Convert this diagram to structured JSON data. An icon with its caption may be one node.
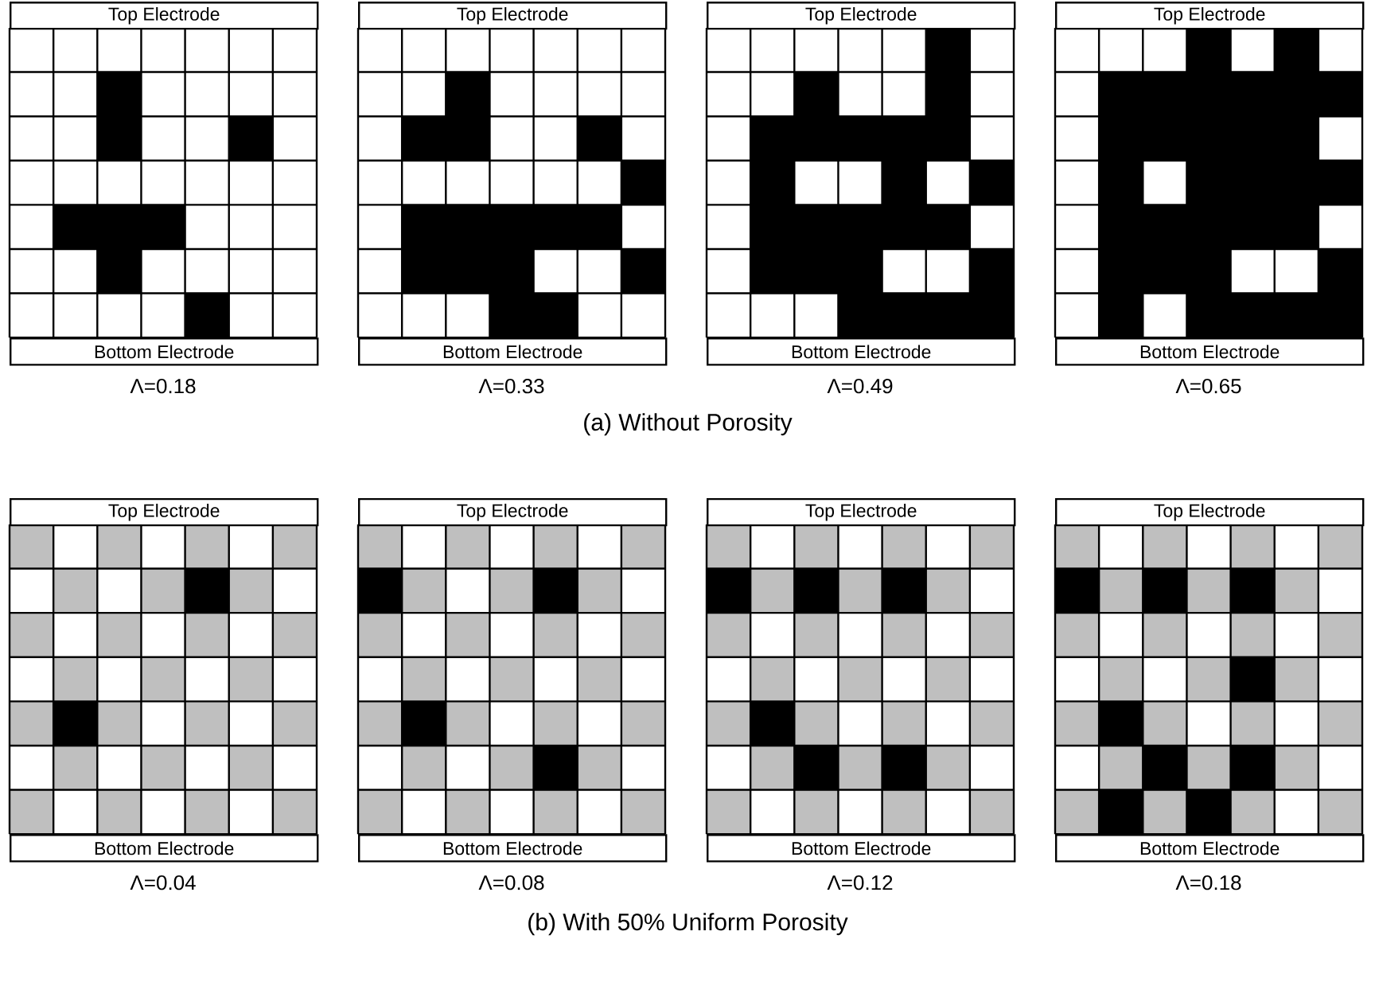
{
  "diagram": {
    "nodes": [
      {
        "text": [
          "Top Electrode"
        ]
      },
      {
        "text": [
          "Bottom Electrode"
        ]
      },
      {
        "text": [
          "Top Electrode"
        ]
      },
      {
        "text": [
          "Bottom Electrode"
        ]
      },
      {
        "text": [
          "Top Electrode"
        ]
      },
      {
        "text": [
          "Bottom Electrode"
        ]
      },
      {
        "text": [
          "Top Electrode"
        ]
      },
      {
        "text": [
          "Bottom Electrode"
        ]
      },
      {
        "text": [
          "Top Electrode"
        ]
      },
      {
        "text": [
          "Bottom Electrode"
        ]
      },
      {
        "text": [
          "Top Electrode"
        ]
      },
      {
        "text": [
          "Bottom Electrode"
        ]
      },
      {
        "text": [
          "Top Electrode"
        ]
      },
      {
        "text": [
          "Bottom Electrode"
        ]
      },
      {
        "text": [
          "Top Electrode"
        ]
      },
      {
        "text": [
          "Bottom Electrode"
        ]
      }
    ],
    "edges": [],
    "labels": [
      "Λ=0.18",
      "Λ=0.33",
      "Λ=0.49",
      "Λ=0.65",
      "(a) Without Porosity",
      "Λ=0.04",
      "Λ=0.08",
      "Λ=0.12",
      "Λ=0.18",
      "(b) With 50% Uniform Porosity"
    ]
  }
}
